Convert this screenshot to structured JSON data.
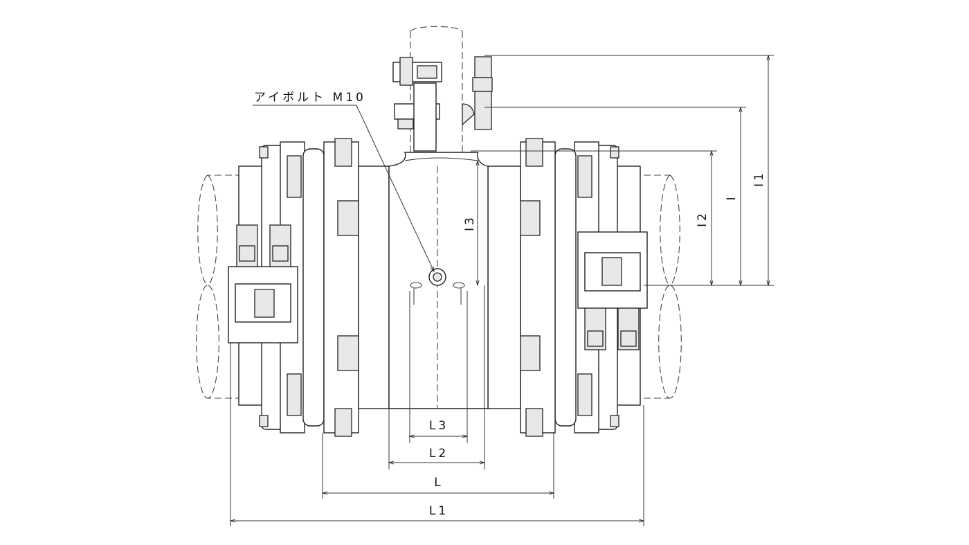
{
  "annotation": {
    "eyebolt_label": "アイボルト M10"
  },
  "dimensions": {
    "I1": "I1",
    "I": "I",
    "I2": "I2",
    "I3": "I3",
    "L3": "L3",
    "L2": "L2",
    "L": "L",
    "L1": "L1"
  }
}
